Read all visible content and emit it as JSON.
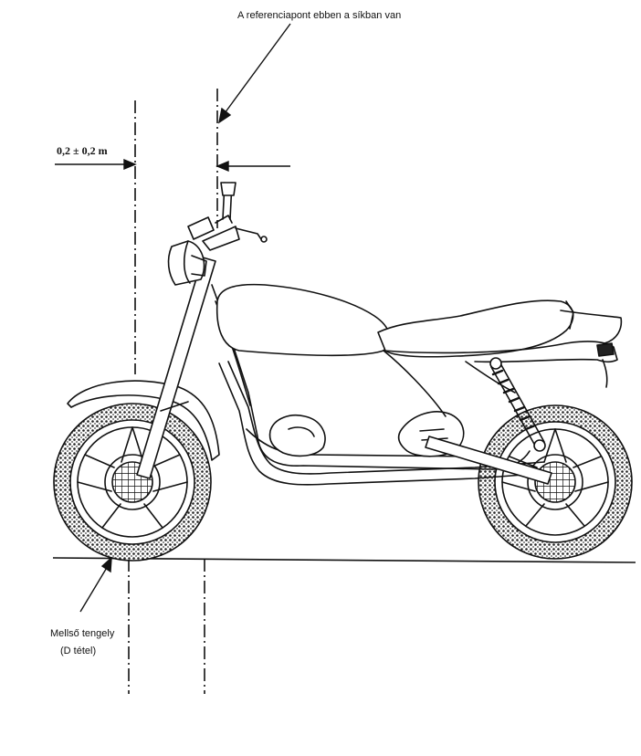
{
  "labels": {
    "reference_plane": "A referenciapont ebben a síkban van",
    "dimension": "0,2 ± 0,2 m",
    "front_axle_line1": "Mellső tengely",
    "front_axle_line2": "(D tétel)"
  }
}
